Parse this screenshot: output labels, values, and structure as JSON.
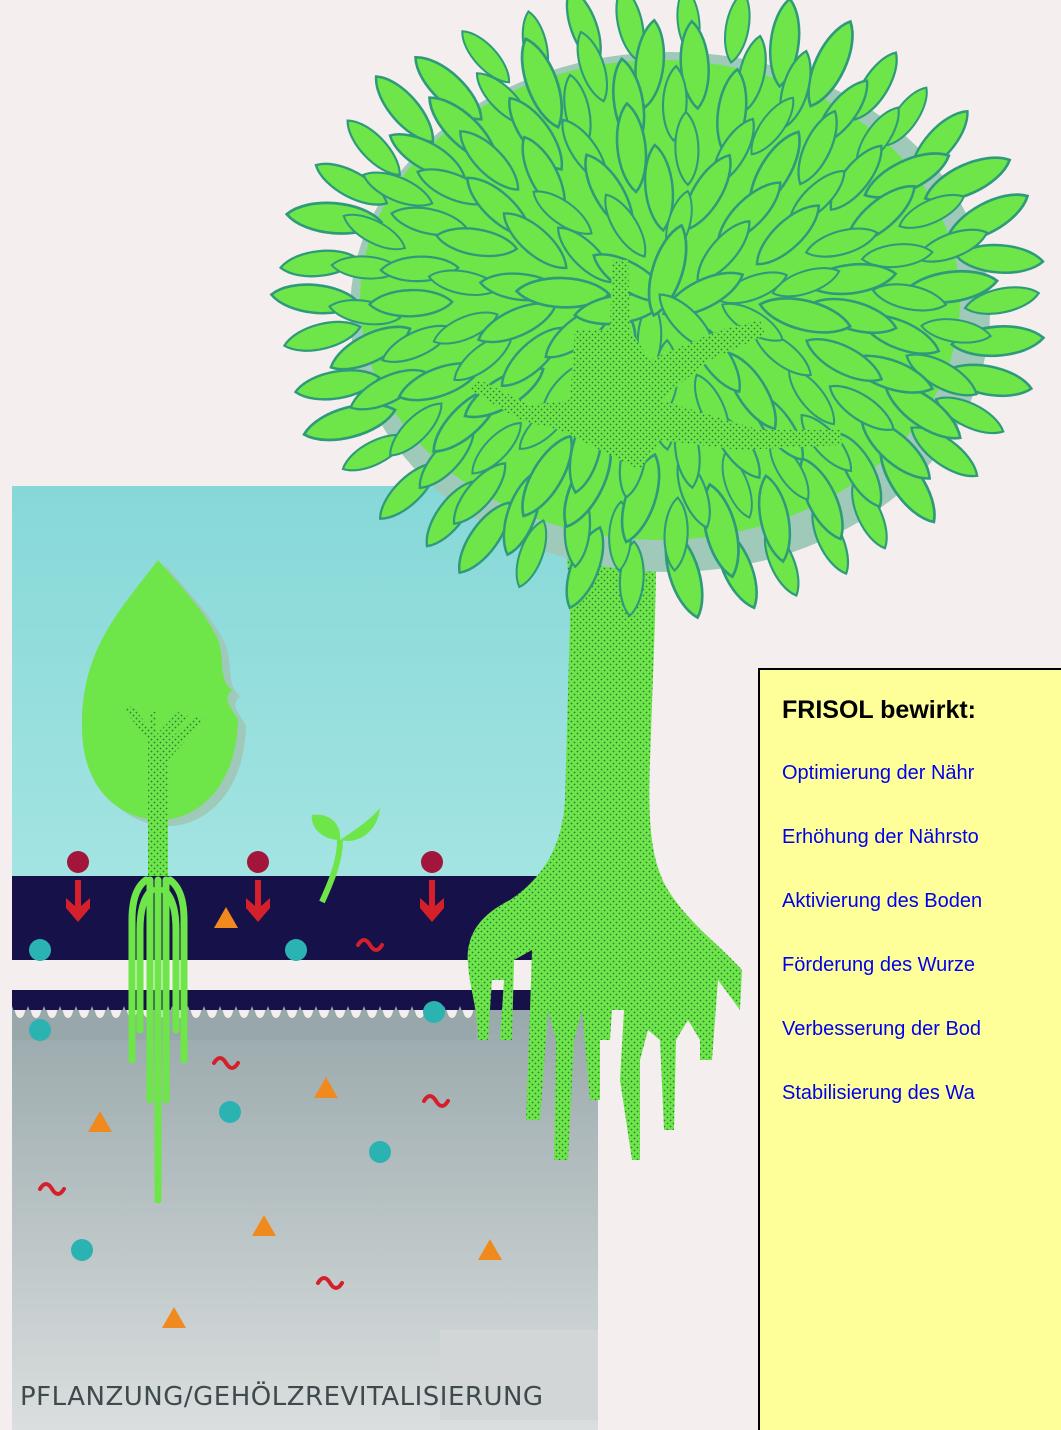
{
  "caption": "PFLANZUNG/GEHÖLZREVITALISIERUNG",
  "infobox": {
    "title": "FRISOL bewirkt:",
    "items": [
      "Optimierung der Nähr",
      "Erhöhung der Nährsto",
      "Aktivierung des Boden",
      "Förderung des Wurze",
      "Verbesserung der Bod",
      "Stabilisierung des Wa"
    ]
  },
  "colors": {
    "background": "#f4eeee",
    "sky": "#8fdcdc",
    "topsoil": "#17114a",
    "subsoil": "#a9b3b5",
    "leaf": "#6ee64a",
    "leaf_outline": "#2f9a7a",
    "nutrient_dot": "#a2163c",
    "teal_dot": "#2ab3b0",
    "triangle": "#f08a1e",
    "worm": "#d4202a",
    "infobox_bg": "#ffff99",
    "infobox_text": "#0000ee"
  }
}
